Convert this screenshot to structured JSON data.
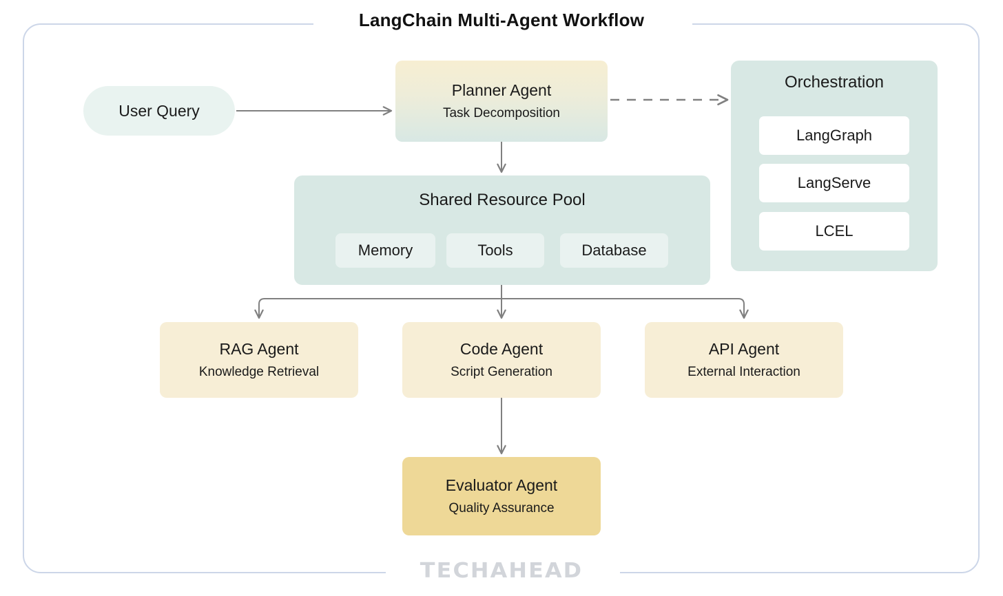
{
  "diagram": {
    "title": "LangChain Multi-Agent Workflow",
    "watermark": "TECHAHEAD",
    "colors": {
      "frame_border": "#ccd6e8",
      "panel_teal": "#d8e8e4",
      "chip_mint": "#e9f2f0",
      "agent_cream": "#f7eed6",
      "evaluator_gold": "#eed897",
      "connector_gray": "#808080",
      "text": "#1a1a1a",
      "watermark_gray": "#d2d5da"
    }
  },
  "nodes": {
    "user_query": {
      "label": "User Query"
    },
    "planner": {
      "title": "Planner Agent",
      "subtitle": "Task Decomposition"
    },
    "pool": {
      "title": "Shared Resource Pool",
      "chips": [
        {
          "label": "Memory"
        },
        {
          "label": "Tools"
        },
        {
          "label": "Database"
        }
      ]
    },
    "orchestration": {
      "title": "Orchestration",
      "cards": [
        {
          "label": "LangGraph"
        },
        {
          "label": "LangServe"
        },
        {
          "label": "LCEL"
        }
      ]
    },
    "agents": [
      {
        "title": "RAG Agent",
        "subtitle": "Knowledge Retrieval"
      },
      {
        "title": "Code Agent",
        "subtitle": "Script Generation"
      },
      {
        "title": "API Agent",
        "subtitle": "External Interaction"
      }
    ],
    "evaluator": {
      "title": "Evaluator Agent",
      "subtitle": "Quality Assurance"
    }
  },
  "connections": [
    {
      "from": "user_query",
      "to": "planner",
      "style": "solid"
    },
    {
      "from": "planner",
      "to": "orchestration",
      "style": "dashed"
    },
    {
      "from": "planner",
      "to": "pool",
      "style": "solid"
    },
    {
      "from": "pool",
      "to": "rag_agent",
      "style": "solid"
    },
    {
      "from": "pool",
      "to": "code_agent",
      "style": "solid"
    },
    {
      "from": "pool",
      "to": "api_agent",
      "style": "solid"
    },
    {
      "from": "code_agent",
      "to": "evaluator",
      "style": "solid"
    }
  ]
}
